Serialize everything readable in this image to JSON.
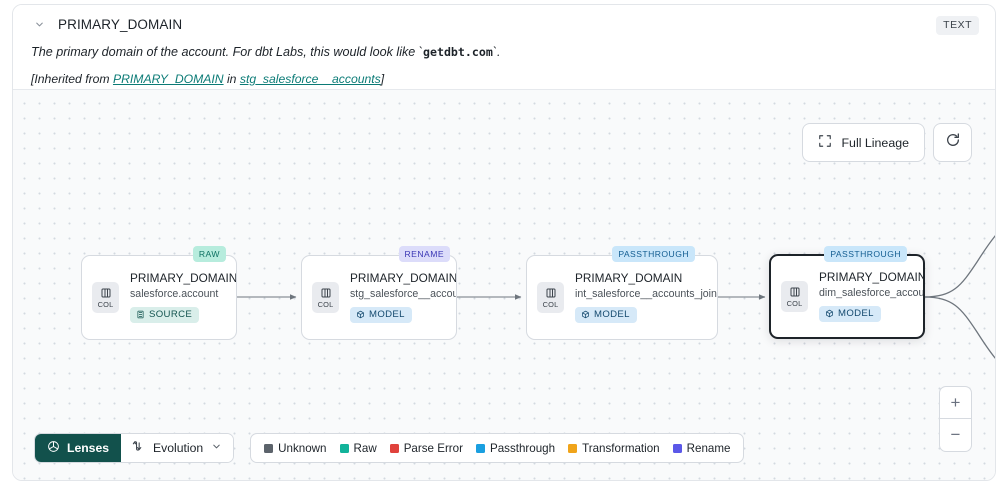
{
  "header": {
    "collapse_icon": "chevron-down-icon",
    "title": "PRIMARY_DOMAIN",
    "type_badge": "TEXT",
    "description_prefix": "The primary domain of the account. For dbt Labs, this would look like `",
    "description_code": "getdbt.com",
    "description_suffix": "`.",
    "inherit_prefix": "[Inherited from ",
    "inherit_link1": "PRIMARY_DOMAIN",
    "inherit_middle": " in ",
    "inherit_link2": "stg_salesforce__accounts",
    "inherit_suffix": "]"
  },
  "controls": {
    "full_lineage_label": "Full Lineage",
    "full_lineage_icon": "expand-corners-icon",
    "reset_icon": "refresh-icon",
    "zoom_in": "+",
    "zoom_out": "−"
  },
  "lineage": {
    "nodes": [
      {
        "lens": "RAW",
        "lens_class": "raw",
        "column_chip": "COL",
        "name": "PRIMARY_DOMAIN__C",
        "parent": "salesforce.account",
        "materialization": "SOURCE",
        "mat_class": "source",
        "selected": false
      },
      {
        "lens": "RENAME",
        "lens_class": "rename",
        "column_chip": "COL",
        "name": "PRIMARY_DOMAIN",
        "parent": "stg_salesforce__accounts",
        "materialization": "MODEL",
        "mat_class": "model",
        "selected": false
      },
      {
        "lens": "PASSTHROUGH",
        "lens_class": "passthrough",
        "column_chip": "COL",
        "name": "PRIMARY_DOMAIN",
        "parent": "int_salesforce__accounts_joined",
        "materialization": "MODEL",
        "mat_class": "model",
        "selected": false
      },
      {
        "lens": "PASSTHROUGH",
        "lens_class": "passthrough",
        "column_chip": "COL",
        "name": "PRIMARY_DOMAIN",
        "parent": "dim_salesforce_accounts",
        "materialization": "MODEL",
        "mat_class": "model",
        "selected": true
      }
    ]
  },
  "bottom": {
    "lenses_label": "Lenses",
    "lenses_icon": "lens-aperture-icon",
    "evolution_label": "Evolution",
    "evolution_icon": "evolution-path-icon",
    "evolution_chevron": "chevron-down-icon",
    "legend": [
      {
        "label": "Unknown",
        "color": "#5c636b"
      },
      {
        "label": "Raw",
        "color": "#12b39a"
      },
      {
        "label": "Parse Error",
        "color": "#e0423c"
      },
      {
        "label": "Passthrough",
        "color": "#1a9fe0"
      },
      {
        "label": "Transformation",
        "color": "#f0a41a"
      },
      {
        "label": "Rename",
        "color": "#5b58e8"
      }
    ]
  }
}
